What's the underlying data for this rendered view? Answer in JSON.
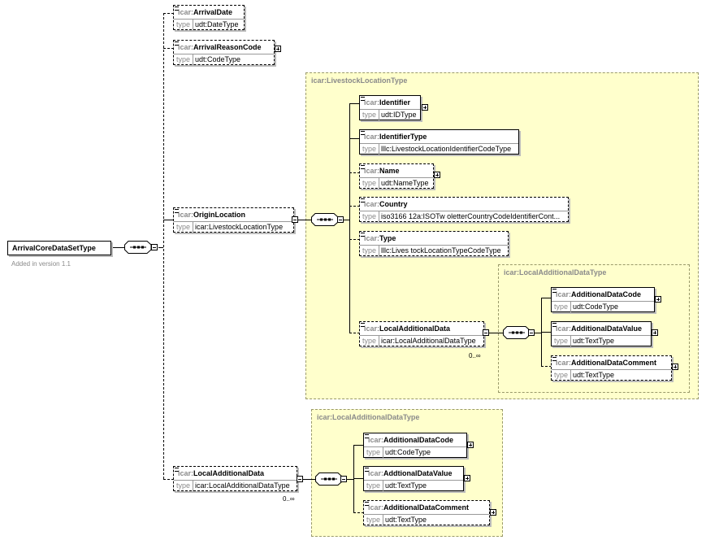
{
  "root": {
    "label": "ArrivalCoreDataSetType",
    "note": "Added in version 1.1"
  },
  "ns": "icar:",
  "type_label": "type",
  "top_elements": [
    {
      "name": "ArrivalDate",
      "type": "udt:DateType"
    },
    {
      "name": "ArrivalReasonCode",
      "type": "udt:CodeType"
    },
    {
      "name": "OriginLocation",
      "type": "icar:LivestockLocationType"
    },
    {
      "name": "LocalAdditionalData",
      "type": "icar:LocalAdditionalDataType",
      "cardinality": "0..∞"
    }
  ],
  "livestock_group": {
    "title": "icar:LivestockLocationType",
    "elements": [
      {
        "name": "Identifier",
        "type": "udt:IDType"
      },
      {
        "name": "IdentifierType",
        "type": "lllc:LivestockLocationIdentifierCodeType"
      },
      {
        "name": "Name",
        "type": "udt:NameType"
      },
      {
        "name": "Country",
        "type": "iso3166 12a:ISOTw oletterCountryCodeIdentifierCont..."
      },
      {
        "name": "Type",
        "type": "lllc:Lives tockLocationTypeCodeType"
      },
      {
        "name": "LocalAdditionalData",
        "type": "icar:LocalAdditionalDataType",
        "cardinality": "0..∞"
      }
    ]
  },
  "inner_local_group": {
    "title": "icar:LocalAdditionalDataType",
    "elements": [
      {
        "name": "AdditionalDataCode",
        "type": "udt:CodeType"
      },
      {
        "name": "AdditionalDataValue",
        "type": "udt:TextType"
      },
      {
        "name": "AdditionalDataComment",
        "type": "udt:TextType"
      }
    ]
  },
  "bottom_local_group": {
    "title": "icar:LocalAdditionalDataType",
    "elements": [
      {
        "name": "AdditionalDataCode",
        "type": "udt:CodeType"
      },
      {
        "name": "AddtionalDataValue",
        "type": "udt:TextType"
      },
      {
        "name": "AdditionalDataComment",
        "type": "udt:TextType"
      }
    ]
  }
}
